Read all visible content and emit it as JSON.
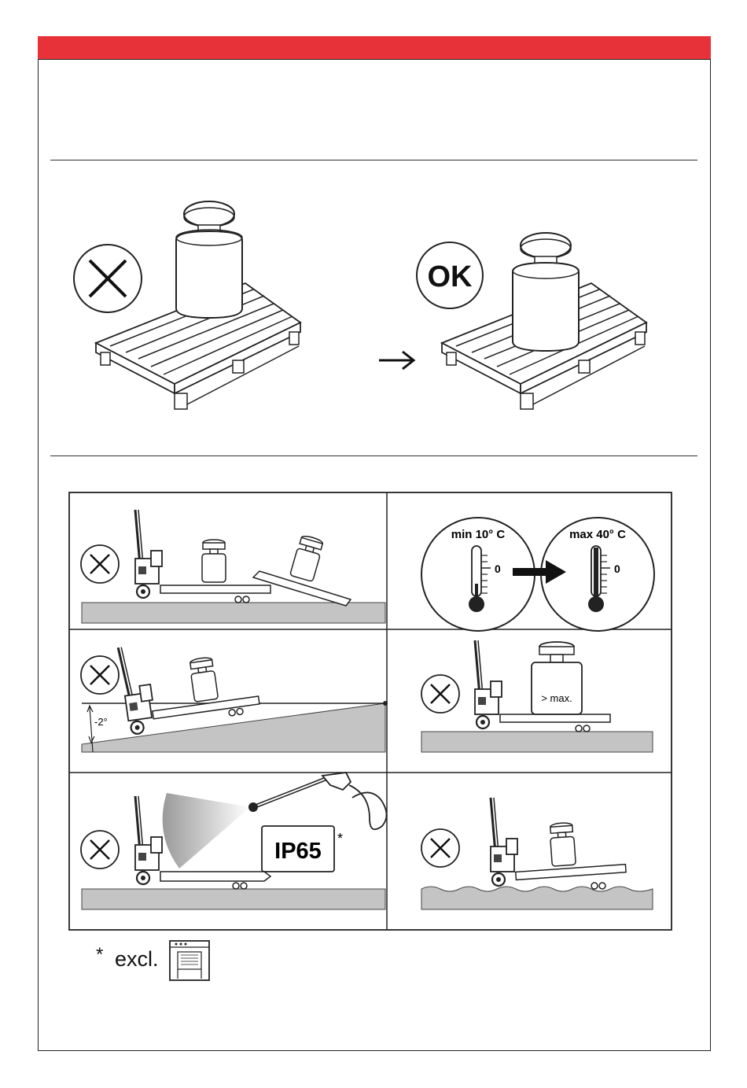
{
  "header": {
    "bar_color": "#e8323a"
  },
  "section_pallet": {
    "wrong_icon": "x-circle-icon",
    "ok_label": "OK",
    "arrow_icon": "right-arrow-icon"
  },
  "grid": {
    "panels": [
      {
        "id": "tilted-platform",
        "mark_icon": "x-circle-icon"
      },
      {
        "id": "temperature",
        "min_label": "min 10° C",
        "max_label": "max 40° C",
        "zero_label_left": "0",
        "zero_label_right": "0"
      },
      {
        "id": "slope",
        "mark_icon": "x-circle-icon",
        "angle_label": "-2°"
      },
      {
        "id": "overload",
        "mark_icon": "x-circle-icon",
        "max_label": "> max."
      },
      {
        "id": "water-jet",
        "mark_icon": "x-circle-icon",
        "ip_label": "IP65",
        "ip_star": "*"
      },
      {
        "id": "uneven-floor",
        "mark_icon": "x-circle-icon"
      }
    ]
  },
  "footnote": {
    "star": "*",
    "text": "excl.",
    "icon": "dishwasher-icon"
  }
}
